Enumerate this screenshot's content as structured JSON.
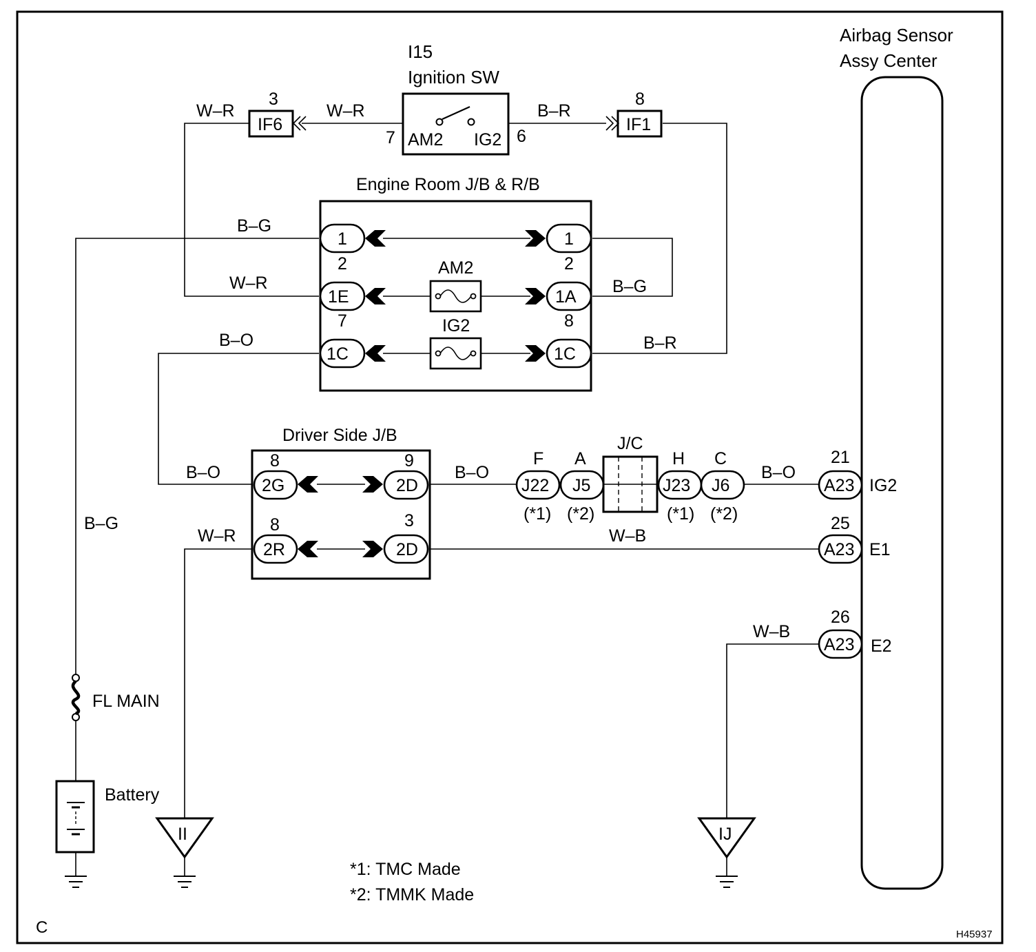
{
  "figure_id": "H45937",
  "corner_label": "C",
  "ignition_switch": {
    "ref": "I15",
    "name": "Ignition SW",
    "pin_in": "7",
    "pin_out": "6",
    "term_in": "AM2",
    "term_out": "IG2"
  },
  "connectors_top": {
    "if6_pin": "3",
    "if6": "IF6",
    "if1_pin": "8",
    "if1": "IF1"
  },
  "engine_room_jb": {
    "title": "Engine Room J/B & R/B",
    "fuse_am2": "AM2",
    "fuse_ig2": "IG2",
    "left": [
      {
        "num": "",
        "label": "1"
      },
      {
        "num": "2",
        "label": "1E"
      },
      {
        "num": "7",
        "label": "1C"
      }
    ],
    "right": [
      {
        "num": "",
        "label": "1"
      },
      {
        "num": "2",
        "label": "1A"
      },
      {
        "num": "8",
        "label": "1C"
      }
    ]
  },
  "driver_jb": {
    "title": "Driver Side J/B",
    "left": [
      {
        "num": "8",
        "label": "2G"
      },
      {
        "num": "8",
        "label": "2R"
      }
    ],
    "right": [
      {
        "num": "9",
        "label": "2D"
      },
      {
        "num": "3",
        "label": "2D"
      }
    ]
  },
  "junctions": {
    "jc": "J/C",
    "j22": {
      "letter": "F",
      "label": "J22",
      "note": "(*1)"
    },
    "j5": {
      "letter": "A",
      "label": "J5",
      "note": "(*2)"
    },
    "j23": {
      "letter": "H",
      "label": "J23",
      "note": "(*1)"
    },
    "j6": {
      "letter": "C",
      "label": "J6",
      "note": "(*2)"
    }
  },
  "airbag": {
    "title_line1": "Airbag Sensor",
    "title_line2": "Assy Center",
    "pins": [
      {
        "num": "21",
        "conn": "A23",
        "term": "IG2"
      },
      {
        "num": "25",
        "conn": "A23",
        "term": "E1"
      },
      {
        "num": "26",
        "conn": "A23",
        "term": "E2"
      }
    ]
  },
  "wire_colors": {
    "wr1": "W–R",
    "wr2": "W–R",
    "br1": "B–R",
    "bg_top": "B–G",
    "wr3": "W–R",
    "bg_right": "B–G",
    "bo1": "B–O",
    "br2": "B–R",
    "bo2": "B–O",
    "bo3": "B–O",
    "bo4": "B–O",
    "bg_left": "B–G",
    "wr4": "W–R",
    "wb1": "W–B",
    "wb2": "W–B"
  },
  "fusible_link": "FL MAIN",
  "battery": "Battery",
  "grounds": {
    "ii": "II",
    "ij": "IJ"
  },
  "notes": [
    "*1: TMC Made",
    "*2: TMMK Made"
  ]
}
